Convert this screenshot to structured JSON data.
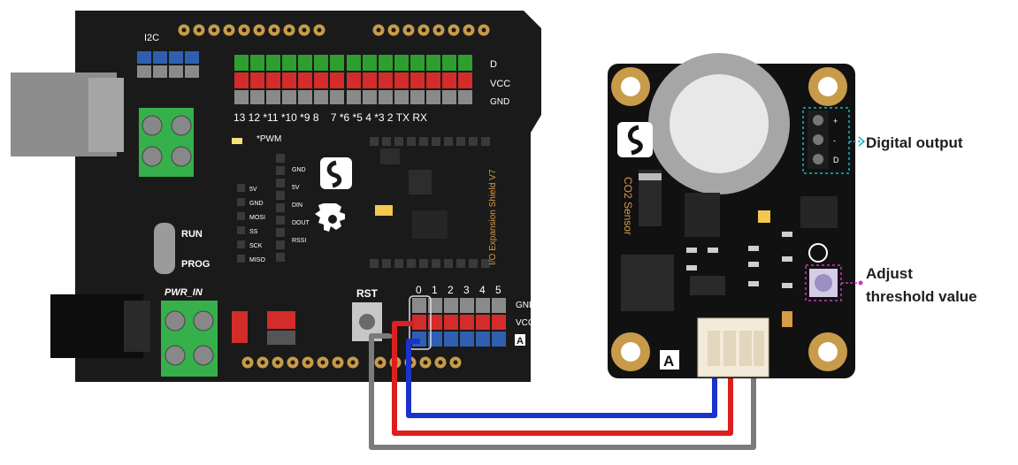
{
  "shield": {
    "i2c_label": "I2C",
    "digital_pins_label": "13 12 *11 *10 *9 8    7 *6 *5 4 *3 2 TX RX",
    "row_d": "D",
    "row_vcc": "VCC",
    "row_gnd": "GND",
    "pwm_label": "*PWM",
    "run_label": "RUN",
    "prog_label": "PROG",
    "pwr_in_label": "PWR_IN",
    "rst_label": "RST",
    "analog_pins": [
      "0",
      "1",
      "2",
      "3",
      "4",
      "5"
    ],
    "analog_gnd": "GND",
    "analog_vcc": "VCC",
    "analog_a": "A",
    "board_name": "I/O Expansion Shield V7",
    "spi_labels": [
      "5V",
      "GND",
      "MOSI",
      "SS",
      "SCK",
      "MISO"
    ],
    "xbee_labels": [
      "GND",
      "5V",
      "DIN",
      "DOUT",
      "RSSI"
    ]
  },
  "sensor": {
    "title": "CO2 Sensor",
    "connector_label": "A",
    "pin_labels": [
      "+",
      "-",
      "D"
    ]
  },
  "annotations": {
    "digital_output": "Digital output",
    "adjust_line1": "Adjust",
    "adjust_line2": "threshold value"
  },
  "colors": {
    "board": "#1a1a1a",
    "pcb_sensor": "#111111",
    "header_green": "#2f9e2f",
    "header_red": "#d42b2b",
    "header_blue": "#2f5fb0",
    "header_gray": "#8a8a8a",
    "terminal_green": "#35b04a",
    "wire_blue": "#1a33cc",
    "wire_red": "#dd1f1f",
    "wire_gray": "#7b7b7b",
    "pad_gold": "#c89b4a",
    "annotation_cyan": "#16b7c9",
    "annotation_magenta": "#d233c4"
  }
}
